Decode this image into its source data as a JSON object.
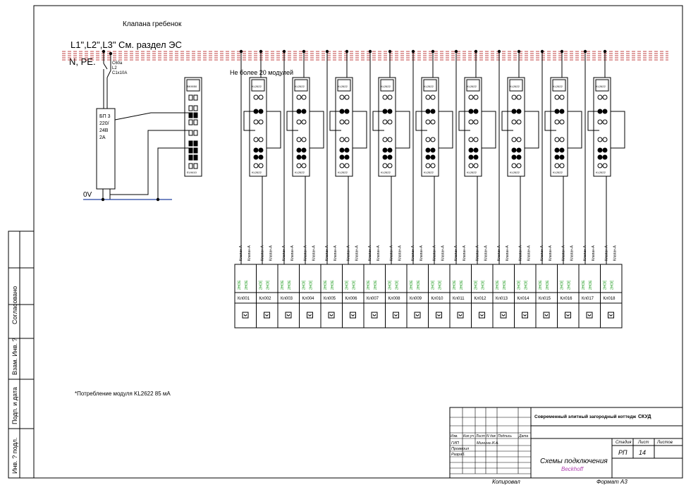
{
  "header": {
    "title": "Клапана гребенок",
    "bus_l": "L1\",L2\",L3\" См. раздел ЭС",
    "bus_n": "N, PE.",
    "zero_v": "0V",
    "max_modules": "Не более 20 модулей"
  },
  "breaker": {
    "lines": [
      "C60a",
      "L2",
      "C1x10A"
    ]
  },
  "psu": {
    "lines": [
      "БП 3",
      "220/",
      "24В",
      "2А"
    ]
  },
  "coupler": {
    "label": "BK9050",
    "bottom": "EL9410"
  },
  "module": {
    "label": "KL2622",
    "bottom": "KL2622"
  },
  "coils": {
    "wire_label": "Клапан-А",
    "ok_label": "2НОЕ",
    "valves": [
      "Кл001",
      "Кл002",
      "Кл003",
      "Кл004",
      "Кл005",
      "Кл006",
      "Кл007",
      "Кл008",
      "Кл009",
      "Кл010",
      "Кл011",
      "Кл012",
      "Кл013",
      "Кл014",
      "Кл015",
      "Кл016",
      "Кл017",
      "Кл018"
    ]
  },
  "note": "*Потребление модуля  KL2622 85 мА",
  "side_labels": [
    "Согласовано",
    "Взам. Инв. ?",
    "Подп. и дата",
    "Инв. ? подл."
  ],
  "title_block": {
    "project": "Современный элитный загородный коттедж",
    "system": "СКУД",
    "col_headers": [
      "Изм.",
      "Кол.уч",
      "Лист",
      "N док",
      "Подпись",
      "Дата"
    ],
    "rows": [
      {
        "role": "ГИП",
        "name": "Минина И.А."
      },
      {
        "role": "Проверил",
        "name": ""
      },
      {
        "role": "Разраб.",
        "name": ""
      }
    ],
    "stage_header": "Стадия",
    "sheet_header": "Лист",
    "sheets_header": "Листов",
    "stage": "РП",
    "sheet": "14",
    "sheets": "",
    "doc_title": "Схемы подключения",
    "doc_subtitle": "Beckhoff",
    "copied": "Копировал",
    "format": "Формат А3"
  },
  "colors": {
    "bus_dashed": "#c04040",
    "zero_bus": "#2040a0",
    "wire_green": "#1a9a1a",
    "subtitle": "#b040b0"
  }
}
